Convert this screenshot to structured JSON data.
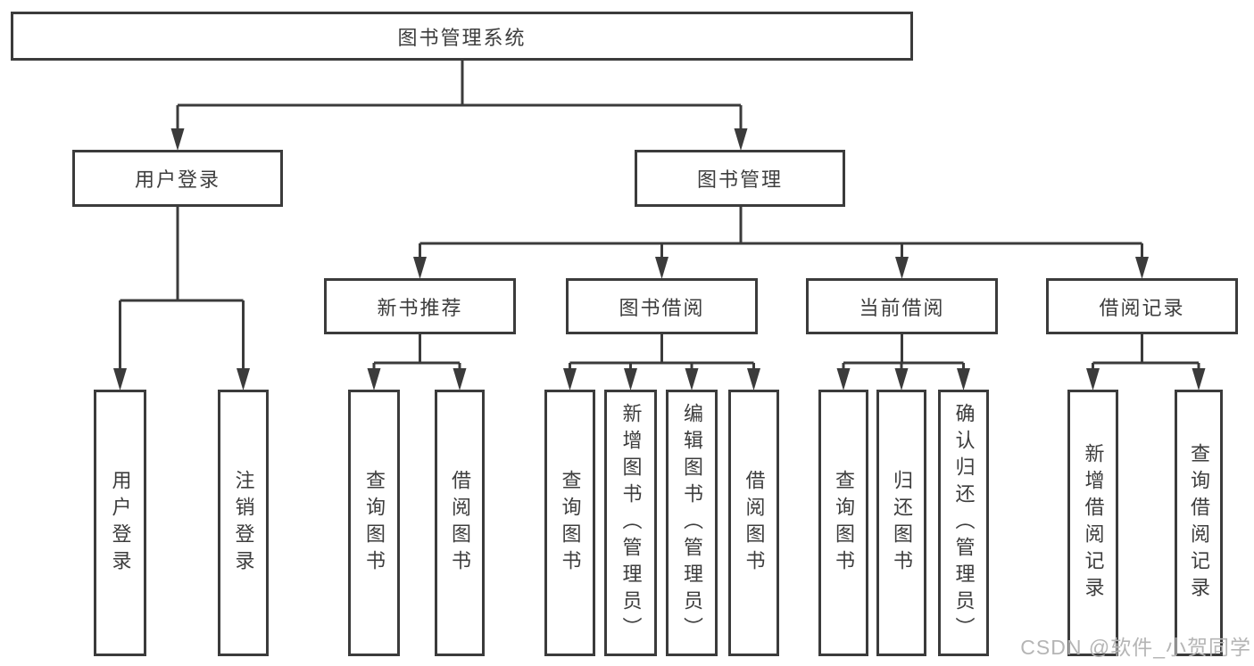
{
  "diagram": {
    "root": {
      "label": "图书管理系统"
    },
    "branches": [
      {
        "label": "用户登录",
        "leaves": [
          {
            "label": "用户登录"
          },
          {
            "label": "注销登录"
          }
        ]
      },
      {
        "label": "图书管理",
        "sections": [
          {
            "label": "新书推荐",
            "leaves": [
              {
                "label": "查询图书"
              },
              {
                "label": "借阅图书"
              }
            ]
          },
          {
            "label": "图书借阅",
            "leaves": [
              {
                "label": "查询图书"
              },
              {
                "label": "新增图书（管理员）"
              },
              {
                "label": "编辑图书（管理员）"
              },
              {
                "label": "借阅图书"
              }
            ]
          },
          {
            "label": "当前借阅",
            "leaves": [
              {
                "label": "查询图书"
              },
              {
                "label": "归还图书"
              },
              {
                "label": "确认归还（管理员）"
              }
            ]
          },
          {
            "label": "借阅记录",
            "leaves": [
              {
                "label": "新增借阅记录"
              },
              {
                "label": "查询借阅记录"
              }
            ]
          }
        ]
      }
    ]
  },
  "watermark": {
    "text": "CSDN @软件_小贺同学"
  },
  "colors": {
    "line": "#3b3b3b",
    "text": "#3d3d3d",
    "watermark": "#b5b5b5",
    "background": "#ffffff"
  }
}
